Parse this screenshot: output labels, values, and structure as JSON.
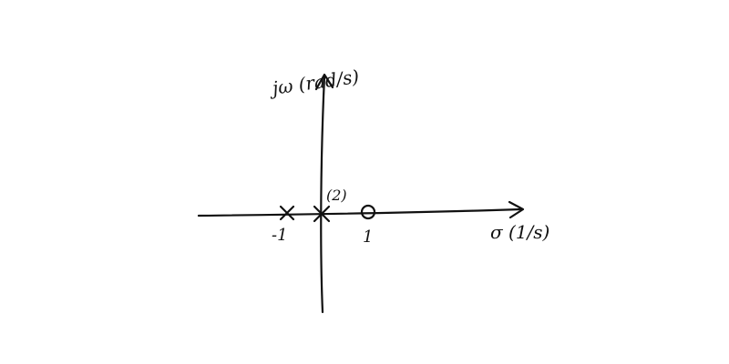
{
  "diagram": {
    "type": "pole-zero plot",
    "axes": {
      "imaginary_label": "jω (rad/s)",
      "real_label": "σ (1/s)"
    },
    "poles": [
      {
        "real": -1,
        "imag": 0,
        "multiplicity": 1,
        "symbol": "x"
      },
      {
        "real": 0,
        "imag": 0,
        "multiplicity": 2,
        "symbol": "x",
        "multiplicity_label": "(2)"
      }
    ],
    "zeros": [
      {
        "real": 1,
        "imag": 0,
        "symbol": "o"
      }
    ],
    "tick_labels": [
      "-1",
      "1"
    ]
  }
}
